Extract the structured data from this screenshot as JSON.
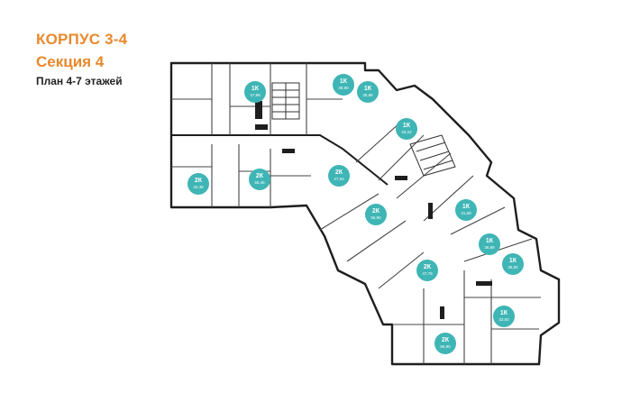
{
  "header": {
    "building": "КОРПУС 3-4",
    "section": "Секция 4",
    "floors": "План 4-7 этажей"
  },
  "apartments": [
    {
      "type": "1К",
      "area": "47,88"
    },
    {
      "type": "1К",
      "area": "38,90"
    },
    {
      "type": "1К",
      "area": "36,88"
    },
    {
      "type": "1К",
      "area": "33,22"
    },
    {
      "type": "2К",
      "area": "42,38"
    },
    {
      "type": "2К",
      "area": "55,46"
    },
    {
      "type": "2К",
      "area": "47,93"
    },
    {
      "type": "2К",
      "area": "56,90"
    },
    {
      "type": "1К",
      "area": "31,58"
    },
    {
      "type": "1К",
      "area": "36,88"
    },
    {
      "type": "1К",
      "area": "38,90"
    },
    {
      "type": "2К",
      "area": "47,78"
    },
    {
      "type": "1К",
      "area": "32,00"
    },
    {
      "type": "2К",
      "area": "56,90"
    }
  ],
  "colors": {
    "accent": "#e8892c",
    "badge": "#3fb5b5",
    "wall": "#1e1e1e"
  }
}
